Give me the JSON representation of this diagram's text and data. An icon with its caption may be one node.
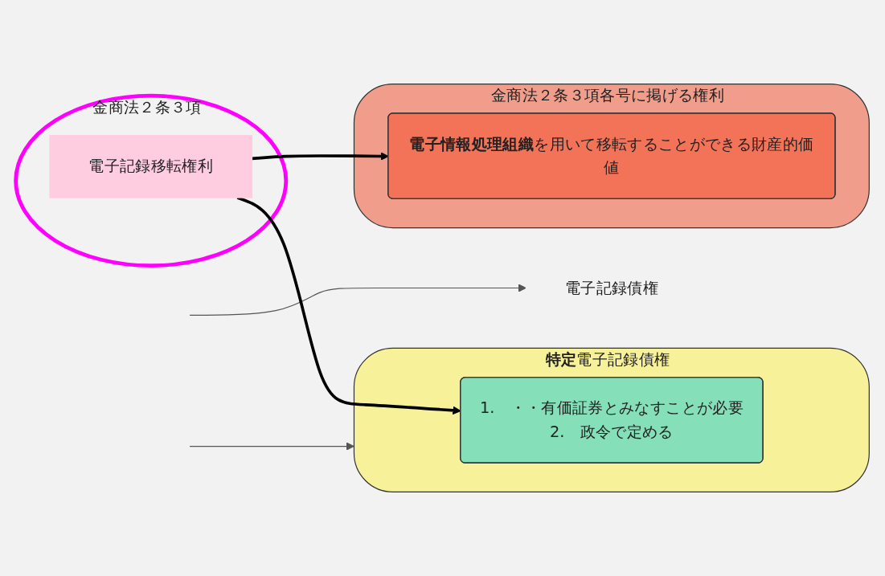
{
  "diagram": {
    "nodes": [
      {
        "text": [
          "電子記録債権"
        ]
      },
      {
        "text": [
          "**特定**電子記録債権"
        ]
      },
      {
        "text": [
          "1.　・・有価証券とみなすことが必要",
          "2.　政令で定める"
        ],
        "in": 1
      },
      {
        "text": [
          "金商法２条３項各号に掲げる権利"
        ]
      },
      {
        "text": [
          "**電子情報処理組織**を用いて移転することができる財産的価値"
        ],
        "in": 3
      },
      {
        "text": [
          "金商法２条３項"
        ]
      },
      {
        "text": [
          "電子記録移転権利"
        ],
        "in": 5
      }
    ],
    "edges": [
      {
        "from": null,
        "to": 0,
        "arrow": "to"
      },
      {
        "from": null,
        "to": 1,
        "arrow": "to"
      },
      {
        "from": 6,
        "to": 2,
        "arrow": "to",
        "style": "thick"
      },
      {
        "from": 6,
        "to": 4,
        "arrow": "to",
        "style": "thick"
      }
    ]
  }
}
